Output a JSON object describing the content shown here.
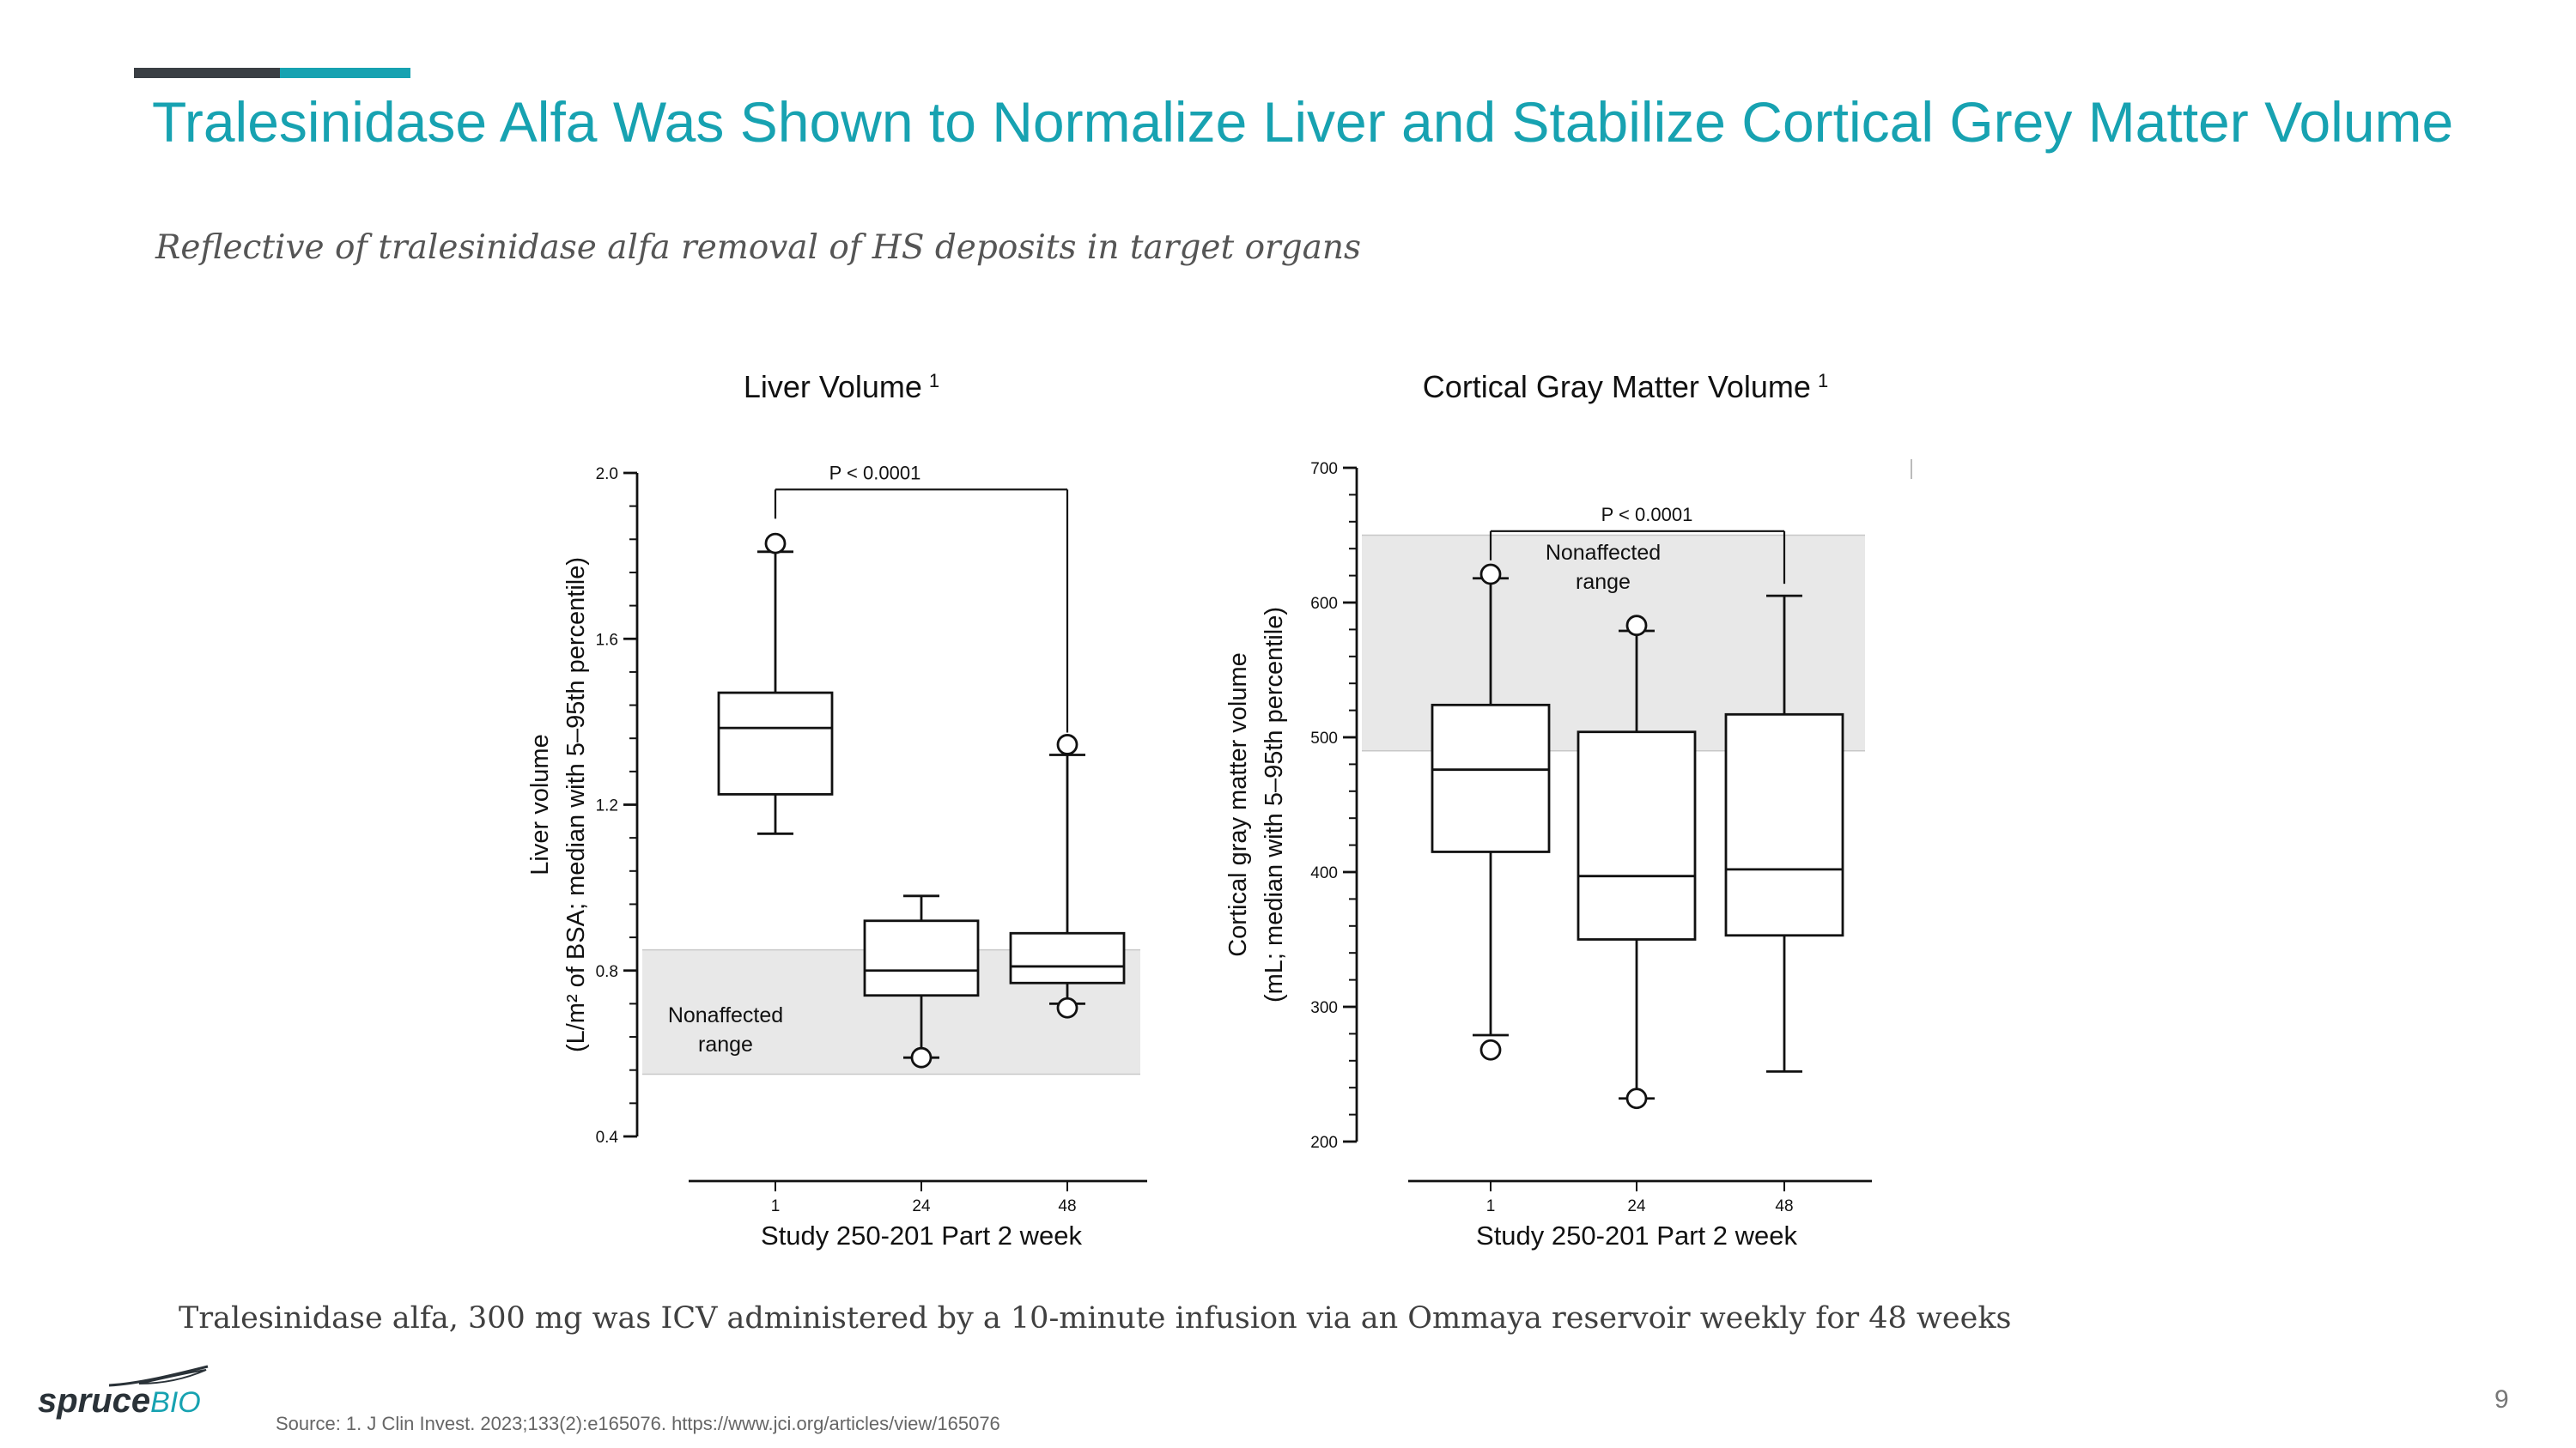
{
  "header": {
    "title": "Tralesinidase Alfa Was Shown to Normalize Liver and Stabilize Cortical Grey Matter Volume",
    "subtitle": "Reflective of tralesinidase alfa removal of HS deposits in target organs"
  },
  "colors": {
    "accent": "#17a2b1",
    "accent_dark": "#3a3f44",
    "range_band": "#e8e8e8"
  },
  "chart_data": [
    {
      "type": "box",
      "title": "Liver Volume",
      "title_sup": "1",
      "ylabel_line1": "Liver volume",
      "ylabel_line2": "(L/m² of BSA; median with 5–95th percentile)",
      "xlabel": "Study 250-201 Part 2 week",
      "ylim": [
        0.4,
        2.0
      ],
      "yticks": [
        0.4,
        0.8,
        1.2,
        1.6,
        2.0
      ],
      "ytick_labels": [
        "0.4",
        "0.8",
        "1.2",
        "1.6",
        "2.0"
      ],
      "categories": [
        "1",
        "24",
        "48"
      ],
      "boxes": [
        {
          "q1": 1.225,
          "median": 1.385,
          "q3": 1.47,
          "whisker_low": 1.13,
          "whisker_high": 1.81,
          "outliers": [
            1.83
          ]
        },
        {
          "q1": 0.74,
          "median": 0.8,
          "q3": 0.92,
          "whisker_low": 0.59,
          "whisker_high": 0.98,
          "outliers": [
            0.59
          ]
        },
        {
          "q1": 0.77,
          "median": 0.81,
          "q3": 0.89,
          "whisker_low": 0.72,
          "whisker_high": 1.32,
          "outliers": [
            0.71,
            1.345
          ]
        }
      ],
      "nonaffected_range": [
        0.55,
        0.85
      ],
      "band_label_line1": "Nonaffected",
      "band_label_line2": "range",
      "pvalue": "P < 0.0001",
      "pvalue_y": 1.96,
      "pvalue_between": [
        "1",
        "48"
      ]
    },
    {
      "type": "box",
      "title": "Cortical Gray Matter Volume",
      "title_sup": "1",
      "ylabel_line1": "Cortical gray matter volume",
      "ylabel_line2": "(mL; median with 5–95th percentile)",
      "xlabel": "Study 250-201 Part 2 week",
      "ylim": [
        200,
        700
      ],
      "yticks": [
        200,
        300,
        400,
        500,
        600,
        700
      ],
      "ytick_labels": [
        "200",
        "300",
        "400",
        "500",
        "600",
        "700"
      ],
      "categories": [
        "1",
        "24",
        "48"
      ],
      "boxes": [
        {
          "q1": 415,
          "median": 476,
          "q3": 524,
          "whisker_low": 279,
          "whisker_high": 618,
          "outliers": [
            268,
            621
          ]
        },
        {
          "q1": 350,
          "median": 397,
          "q3": 504,
          "whisker_low": 232,
          "whisker_high": 579,
          "outliers": [
            232,
            583
          ]
        },
        {
          "q1": 353,
          "median": 402,
          "q3": 517,
          "whisker_low": 252,
          "whisker_high": 605,
          "outliers": []
        }
      ],
      "nonaffected_range": [
        490,
        650
      ],
      "band_label_line1": "Nonaffected",
      "band_label_line2": "range",
      "pvalue": "P < 0.0001",
      "pvalue_y": 653,
      "pvalue_between": [
        "1",
        "48"
      ]
    }
  ],
  "footnote": "Tralesinidase alfa, 300 mg was ICV administered by a 10-minute infusion via an Ommaya reservoir weekly for 48 weeks",
  "source": "Source: 1. J Clin Invest. 2023;133(2):e165076. https://www.jci.org/articles/view/165076",
  "page_number": "9",
  "logo": {
    "main": "spruce",
    "suffix": "BIO"
  }
}
